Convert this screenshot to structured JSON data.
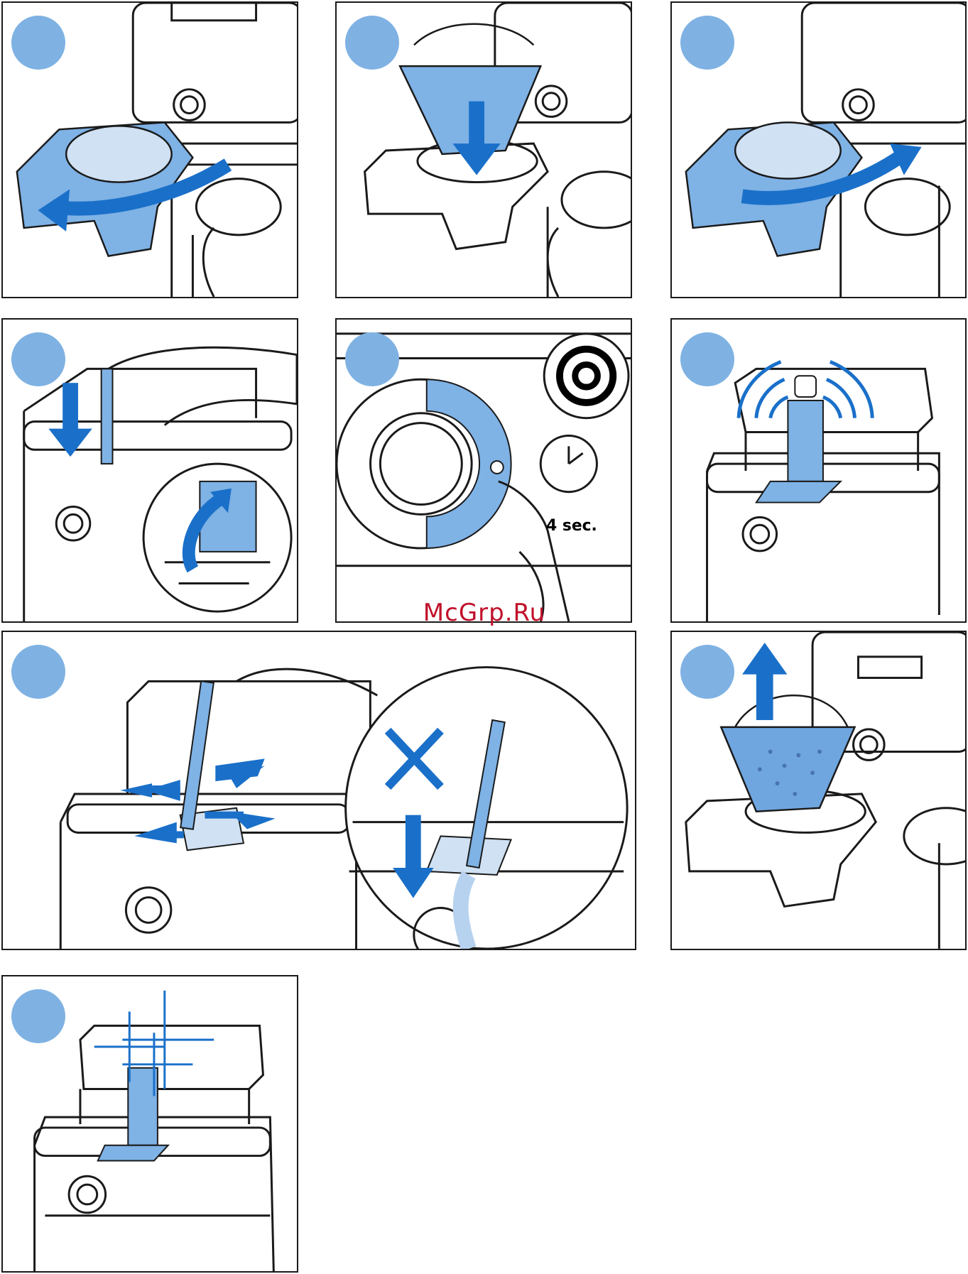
{
  "watermark": "McGrp.Ru",
  "timer_label": "4 sec.",
  "colors": {
    "accent_blue": "#1a70c9",
    "light_blue": "#7fb2e5",
    "step_circle": "#7fb2e3",
    "watermark_red": "#c0102a",
    "line": "#1a1a1a"
  },
  "panels": [
    {
      "id": 1,
      "icon": "filter-holder-swing-out-icon"
    },
    {
      "id": 2,
      "icon": "insert-filter-basket-icon"
    },
    {
      "id": 3,
      "icon": "filter-holder-swing-in-icon"
    },
    {
      "id": 4,
      "icon": "lift-grinder-flap-icon"
    },
    {
      "id": 5,
      "icon": "press-button-4-sec-icon"
    },
    {
      "id": 6,
      "icon": "grinder-vibration-icon"
    },
    {
      "id": 7,
      "icon": "brush-grinder-chute-icon"
    },
    {
      "id": 8,
      "icon": "remove-filter-basket-icon"
    },
    {
      "id": 9,
      "icon": "clean-grinder-sparkle-icon"
    }
  ]
}
